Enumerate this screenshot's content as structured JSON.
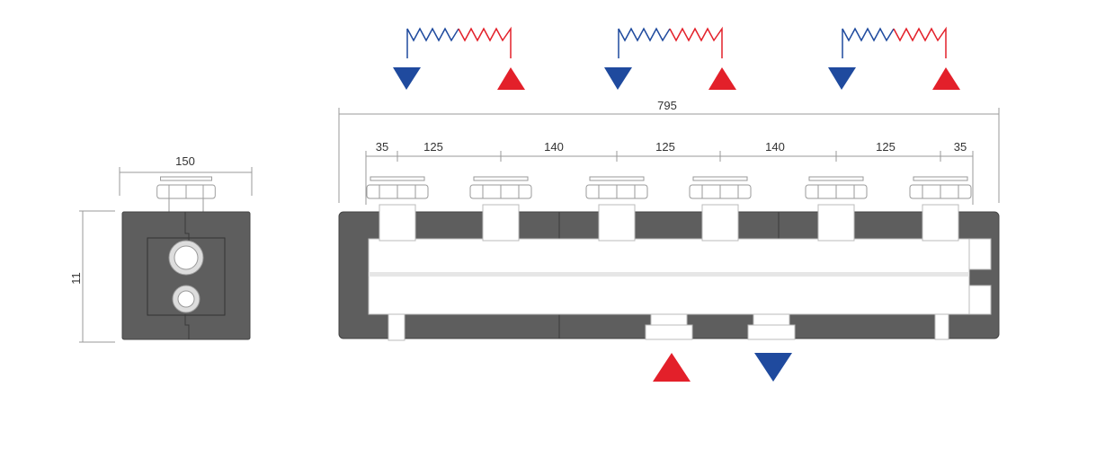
{
  "side_view": {
    "width_label": "150",
    "height_label": "11"
  },
  "front_view": {
    "total_label": "795",
    "spacing_labels": [
      "35",
      "125",
      "140",
      "125",
      "140",
      "125",
      "35"
    ]
  },
  "colors": {
    "supply": "#e3202a",
    "return": "#1f4a9e",
    "insulation": "#5e5e5e"
  }
}
